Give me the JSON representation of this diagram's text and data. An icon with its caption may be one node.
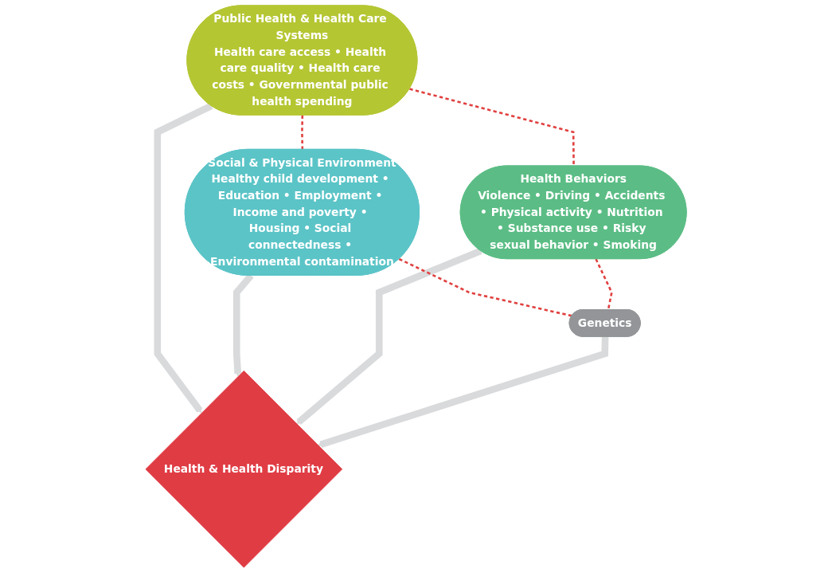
{
  "diagram": {
    "nodes": [
      {
        "text": [
          "Public Health & Health Care Systems",
          "Health care access • Health care quality • Health care costs • Governmental public health spending"
        ]
      },
      {
        "text": [
          "Social & Physical Environment",
          "Healthy child development • Education • Employment • Income and poverty • Housing • Social connectedness • Environmental contamination"
        ]
      },
      {
        "text": [
          "Health & Health Disparity"
        ]
      },
      {
        "text": [
          "Health Behaviors",
          "Violence • Driving • Accidents • Physical activity • Nutrition • Substance use • Risky sexual behavior • Smoking"
        ]
      },
      {
        "text": [
          "Genetics"
        ]
      }
    ],
    "edges": [
      {
        "from": 0,
        "to": 2,
        "arrow": "to",
        "style": "thick",
        "color": "#d9dadc"
      },
      {
        "from": 1,
        "to": 2,
        "arrow": "to",
        "style": "thick",
        "color": "#d9dadc"
      },
      {
        "from": 3,
        "to": 2,
        "arrow": "to",
        "style": "thick",
        "color": "#d9dadc"
      },
      {
        "from": 4,
        "to": 2,
        "arrow": "to",
        "style": "thick",
        "color": "#d9dadc"
      },
      {
        "from": 0,
        "to": 1,
        "arrow": "none",
        "style": "dashed",
        "color": "#e0403f"
      },
      {
        "from": 0,
        "to": 3,
        "arrow": "none",
        "style": "dashed",
        "color": "#e0403f"
      },
      {
        "from": 1,
        "to": 4,
        "arrow": "none",
        "style": "dashed",
        "color": "#e0403f"
      },
      {
        "from": 3,
        "to": 4,
        "arrow": "none",
        "style": "dashed",
        "color": "#e0403f"
      }
    ]
  }
}
